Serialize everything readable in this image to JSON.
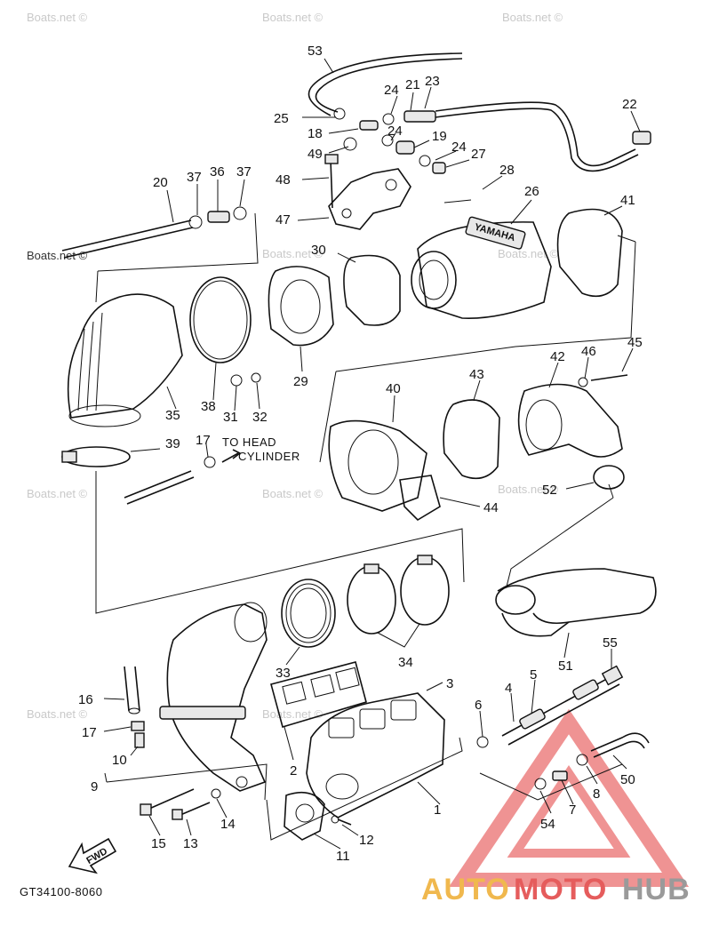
{
  "diagram_code": "GT34100-8060",
  "note": {
    "line1": "TO HEAD",
    "line2": "CYLINDER"
  },
  "fwd_label": "FWD",
  "watermark": "Boats.net ©",
  "brand": {
    "part1": "AUTO",
    "part2": "MOTO",
    "part3": "HUB",
    "color1": "#f0b84e",
    "color2": "#e55c5c",
    "color3": "#9a9a9a"
  },
  "engine_mark": "YAMAHA",
  "callouts": [
    "53",
    "24",
    "21",
    "23",
    "22",
    "25",
    "18",
    "24",
    "19",
    "49",
    "24",
    "27",
    "28",
    "48",
    "20",
    "37",
    "36",
    "37",
    "26",
    "47",
    "41",
    "30",
    "45",
    "46",
    "42",
    "38",
    "31",
    "32",
    "29",
    "35",
    "43",
    "40",
    "39",
    "17",
    "52",
    "44",
    "33",
    "34",
    "51",
    "55",
    "5",
    "3",
    "4",
    "16",
    "6",
    "17",
    "10",
    "2",
    "9",
    "15",
    "13",
    "14",
    "1",
    "12",
    "11",
    "7",
    "54",
    "8",
    "50"
  ],
  "colors": {
    "accent_triangle": "#e23b3b",
    "line": "#111111"
  }
}
